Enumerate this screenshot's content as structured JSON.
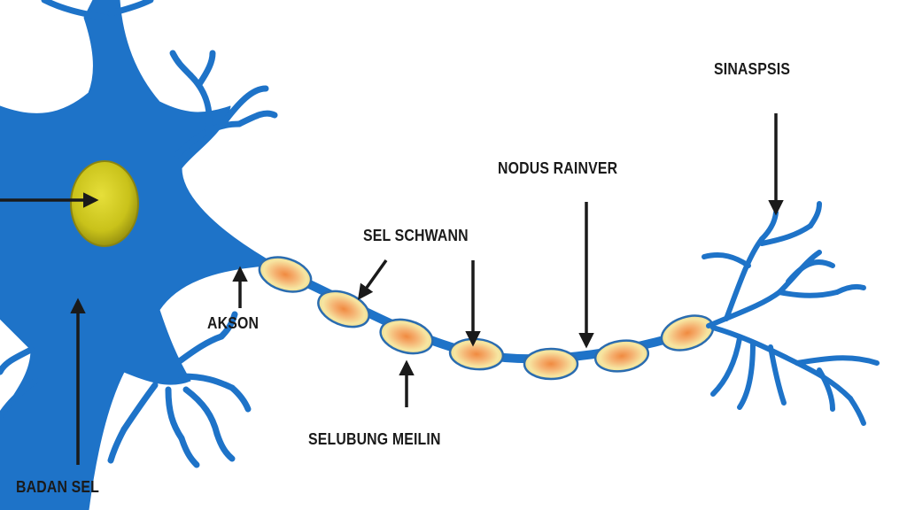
{
  "labels": {
    "badan_sel": "BADAN SEL",
    "akson": "AKSON",
    "sel_schwann": "SEL SCHWANN",
    "nodus_rainver": "NODUS RAINVER",
    "sinaspsis": "SINASPSIS",
    "selubung_meilin": "SELUBUNG MEILIN"
  },
  "colors": {
    "neuron": "#1e73c8",
    "nucleus": "#c9c21a",
    "myelin": "#f4e7a0",
    "myelin_core": "#f09a50",
    "arrow": "#1a1a1a"
  }
}
